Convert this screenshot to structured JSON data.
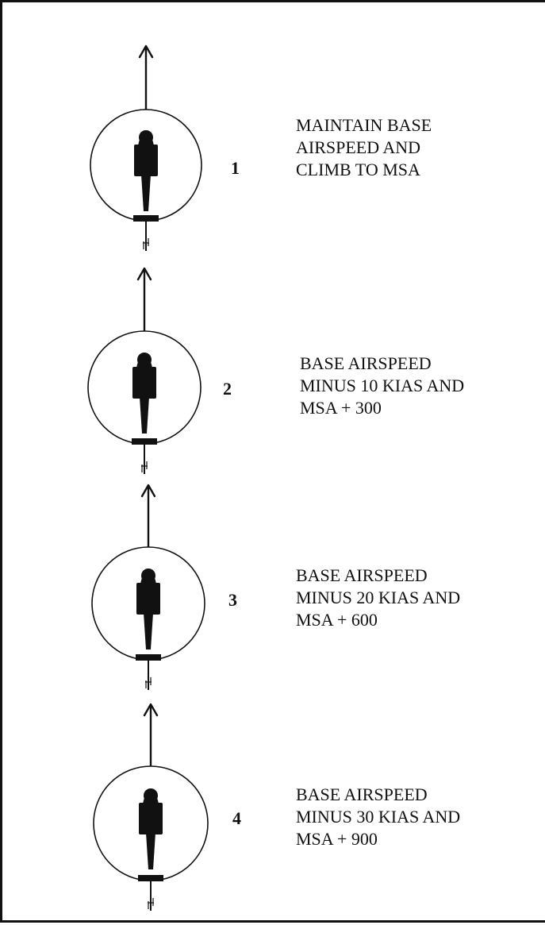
{
  "steps": [
    {
      "number": "1",
      "lines": [
        "MAINTAIN BASE",
        "AIRSPEED AND",
        "CLIMB TO MSA"
      ]
    },
    {
      "number": "2",
      "lines": [
        "BASE AIRSPEED",
        "MINUS 10 KIAS AND",
        "MSA + 300"
      ]
    },
    {
      "number": "3",
      "lines": [
        "BASE AIRSPEED",
        "MINUS 20 KIAS AND",
        "MSA + 600"
      ]
    },
    {
      "number": "4",
      "lines": [
        "BASE AIRSPEED",
        "MINUS 30 KIAS AND",
        "MSA + 900"
      ]
    }
  ],
  "icons": {
    "aircraft": "helicopter-top-view-icon",
    "heading": "arrow-up-icon",
    "orbit": "circle-icon"
  },
  "colors": {
    "ink": "#111111",
    "background": "#ffffff"
  }
}
